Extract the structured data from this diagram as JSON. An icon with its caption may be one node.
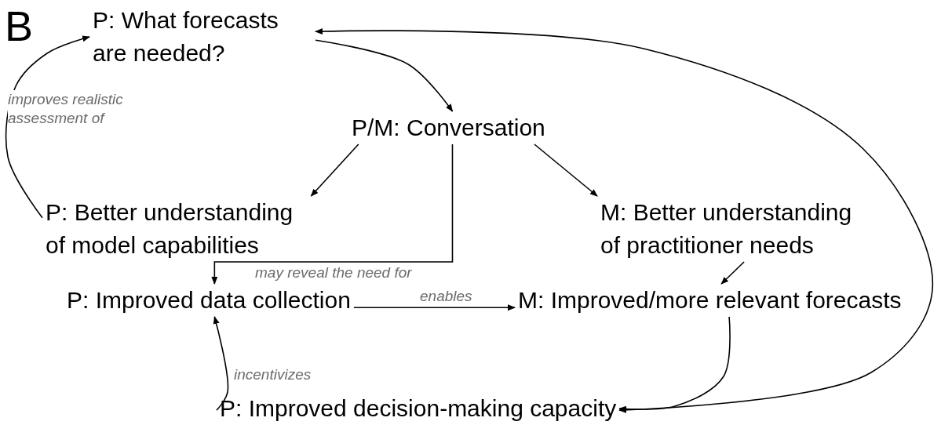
{
  "diagram": {
    "nodes": [
      {
        "text": [
          "P: What forecasts are needed?"
        ]
      },
      {
        "text": [
          "P/M: Conversation"
        ]
      },
      {
        "text": [
          "P: Better understanding of model capabilities"
        ]
      },
      {
        "text": [
          "M: Better understanding of practitioner needs"
        ]
      },
      {
        "text": [
          "P: Improved data collection"
        ]
      },
      {
        "text": [
          "M: Improved/more relevant forecasts"
        ]
      },
      {
        "text": [
          "P: Improved decision-making capacity"
        ]
      }
    ],
    "edges": [
      {
        "from": 0,
        "to": 1,
        "arrow": "to"
      },
      {
        "from": 1,
        "to": 2,
        "arrow": "to"
      },
      {
        "from": 1,
        "to": 3,
        "arrow": "to"
      },
      {
        "from": 1,
        "to": 4,
        "arrow": "to",
        "label": "may reveal the need for"
      },
      {
        "from": 3,
        "to": 5,
        "arrow": "to"
      },
      {
        "from": 4,
        "to": 5,
        "arrow": "to",
        "label": "enables"
      },
      {
        "from": 5,
        "to": 6,
        "arrow": "to"
      },
      {
        "from": 6,
        "to": 4,
        "arrow": "to",
        "label": "incentivizes"
      },
      {
        "from": 2,
        "to": 0,
        "arrow": "to",
        "label": "improves realistic assessment of"
      },
      {
        "from": 0,
        "to": 6,
        "arrow": "both"
      }
    ],
    "labels": [
      "B"
    ]
  }
}
